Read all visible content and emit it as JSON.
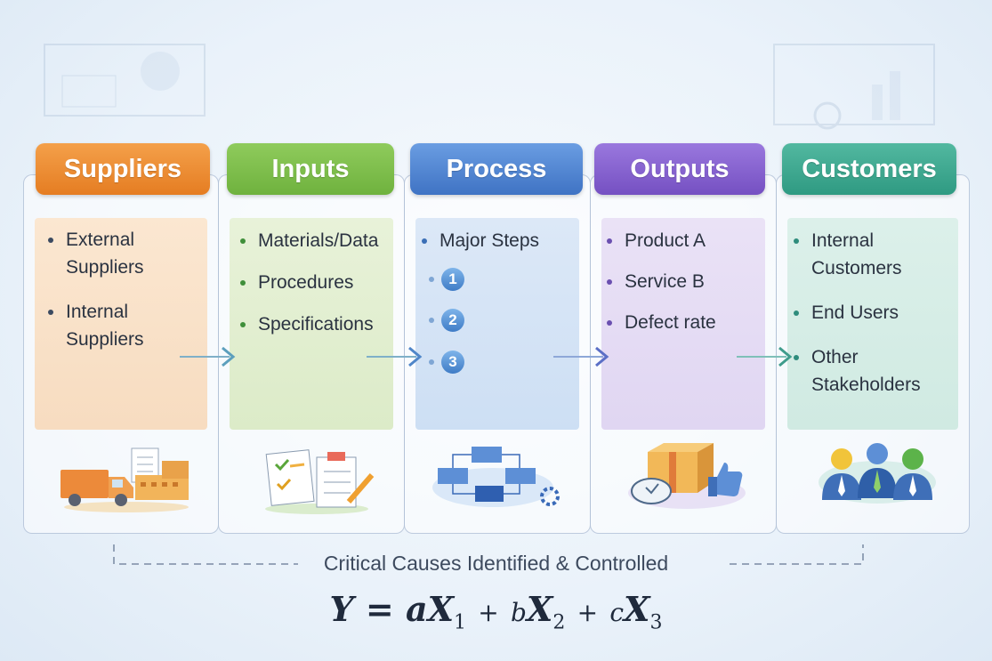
{
  "columns": [
    {
      "title": "Suppliers",
      "color": "#ee8a2f",
      "items": [
        "External Suppliers",
        "Internal Suppliers"
      ]
    },
    {
      "title": "Inputs",
      "color": "#7cbf4a",
      "items": [
        "Materials/Data",
        "Procedures",
        "Specifications"
      ]
    },
    {
      "title": "Process",
      "color": "#4f83d1",
      "items": [
        "Major Steps"
      ],
      "steps": [
        "1",
        "2",
        "3"
      ]
    },
    {
      "title": "Outputs",
      "color": "#8460cf",
      "items": [
        "Product A",
        "Service B",
        "Defect rate"
      ]
    },
    {
      "title": "Customers",
      "color": "#3aa68f",
      "items": [
        "Internal Customers",
        "End Users",
        "Other Stakeholders"
      ]
    }
  ],
  "footer": "Critical Causes Identified & Controlled",
  "formula": {
    "y": "Y",
    "eq": "=",
    "a": "a",
    "b": "b",
    "c": "c",
    "x": "X",
    "s1": "1",
    "s2": "2",
    "s3": "3",
    "plus": "+"
  },
  "icons": [
    "truck-icon",
    "checklist-icon",
    "flowchart-icon",
    "product-box-icon",
    "customers-group-icon"
  ]
}
